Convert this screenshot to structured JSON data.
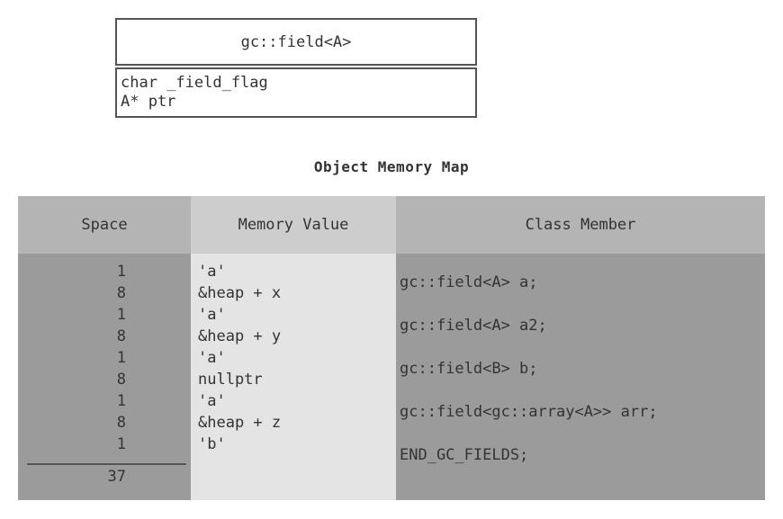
{
  "uml_class": {
    "name": "gc::field<A>",
    "attributes": [
      "char _field_flag",
      "A* ptr"
    ]
  },
  "memory_map": {
    "title": "Object Memory Map",
    "headers": {
      "space": "Space",
      "memory_value": "Memory Value",
      "class_member": "Class Member"
    },
    "rows": [
      {
        "space": "1",
        "memory_value": "'a'"
      },
      {
        "space": "8",
        "memory_value": "&heap + x"
      },
      {
        "space": "1",
        "memory_value": "'a'"
      },
      {
        "space": "8",
        "memory_value": "&heap + y"
      },
      {
        "space": "1",
        "memory_value": "'a'"
      },
      {
        "space": "8",
        "memory_value": "nullptr"
      },
      {
        "space": "1",
        "memory_value": "'a'"
      },
      {
        "space": "8",
        "memory_value": "&heap + z"
      },
      {
        "space": "1",
        "memory_value": "'b'"
      }
    ],
    "class_members": [
      "gc::field<A> a;",
      "gc::field<A> a2;",
      "gc::field<B> b;",
      "gc::field<gc::array<A>> arr;",
      "END_GC_FIELDS;"
    ],
    "space_total": "37"
  },
  "colors": {
    "header_outer": "#b4b4b4",
    "header_inner": "#cdcdcd",
    "body_outer": "#9b9b9b",
    "body_inner": "#e4e4e4",
    "text": "#333333",
    "box_border": "#555555"
  }
}
